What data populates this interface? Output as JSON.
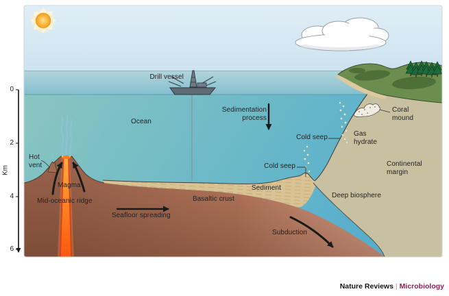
{
  "figure": {
    "labels": {
      "drill_vessel": "Drill vessel",
      "ocean": "Ocean",
      "sedimentation": "Sedimentation\nprocess",
      "cold_seep_upper": "Cold seep",
      "gas_hydrate": "Gas\nhydrate",
      "coral_mound": "Coral\nmound",
      "continental_margin": "Continental\nmargin",
      "deep_biosphere": "Deep biosphere",
      "cold_seep_lower": "Cold seep",
      "sediment": "Sediment",
      "basaltic_crust": "Basaltic crust",
      "seafloor_spreading": "Seafloor spreading",
      "subduction": "Subduction",
      "hot_vent": "Hot\nvent",
      "magma": "Magma",
      "mid_oceanic_ridge": "Mid-oceanic ridge"
    },
    "axis": {
      "unit": "Km",
      "ticks": [
        "0",
        "2",
        "4",
        "6"
      ]
    },
    "footer": {
      "brand": "Nature Reviews",
      "separator": "|",
      "journal": "Microbiology"
    },
    "icons": {
      "sun": "sun-icon",
      "cloud": "cloud-icon",
      "drill_vessel": "drill-vessel-icon",
      "volcano_ridge": "mid-oceanic-ridge-volcano",
      "hot_vent_chimney": "hot-vent-chimney",
      "bubbles": "cold-seep-bubbles",
      "coral": "coral-mound-shape",
      "trees": "conifer-trees",
      "arrows": "process-arrows"
    },
    "colors": {
      "sky": "#cfe4ef",
      "surface_band": "#9fccd6",
      "ocean_left": "#85c4c2",
      "ocean_right": "#57b0cd",
      "mantle_brown": "#96604a",
      "slab_salmon": "#dfa38d",
      "sediment_tan": "#d8c392",
      "margin_olive": "#c8c1a1",
      "land_green": "#6b8d4e",
      "magma_orange": "#ff7a1c",
      "journal_maroon": "#8e2157"
    }
  }
}
